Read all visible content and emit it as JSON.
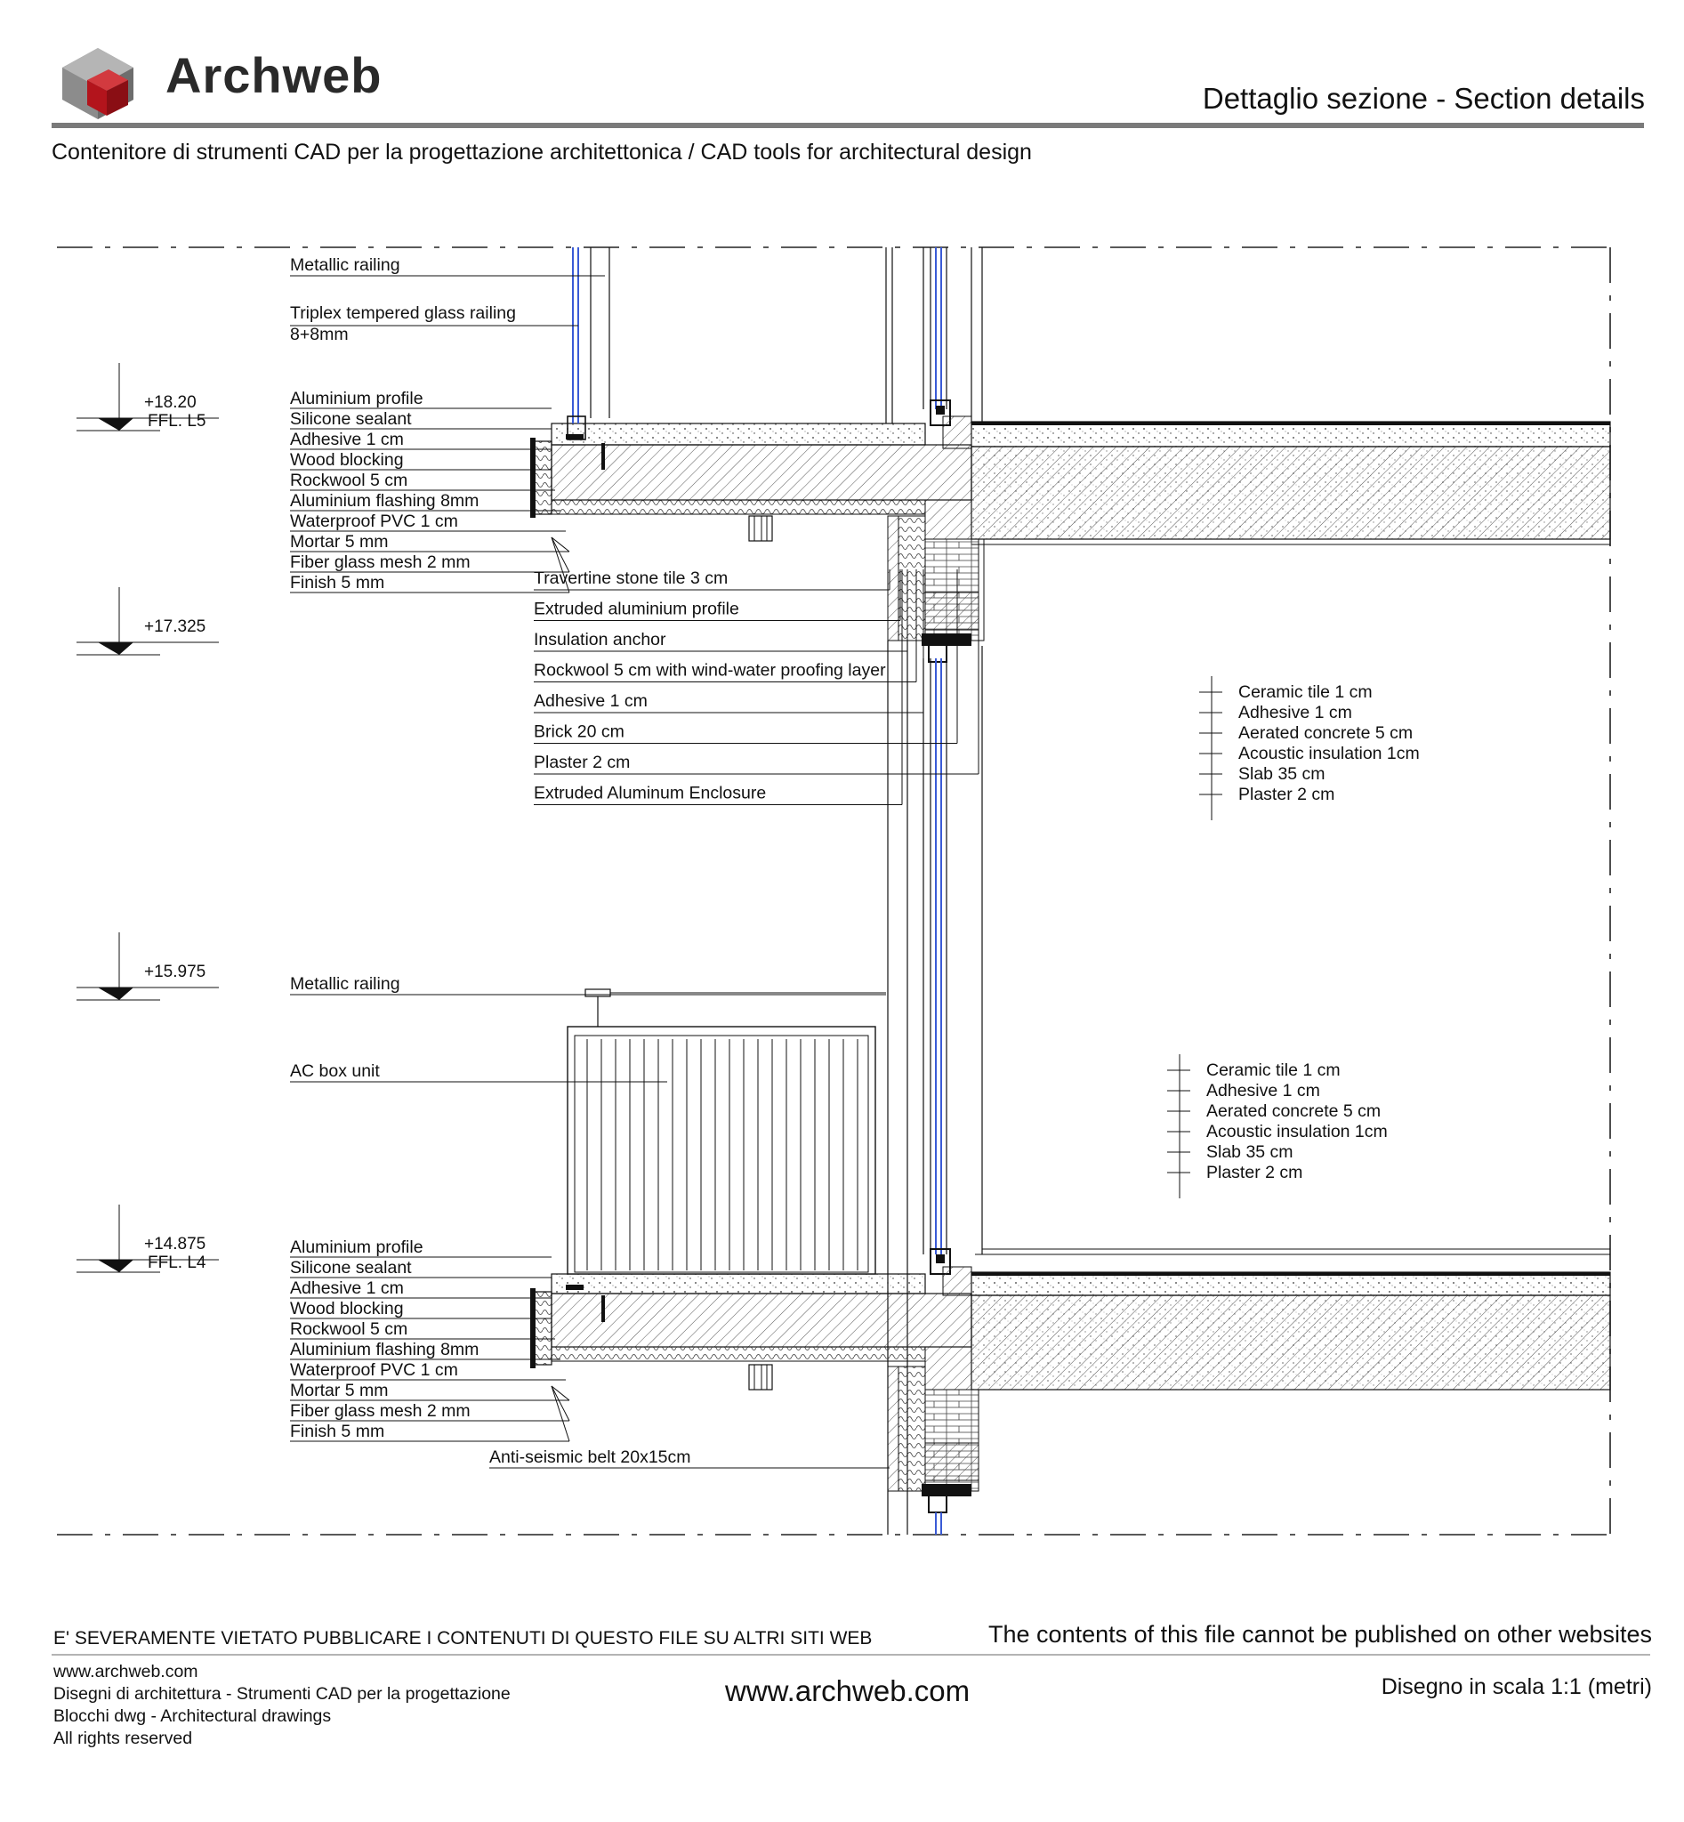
{
  "header": {
    "brand": "Archweb",
    "sheet_title": "Dettaglio sezione - Section details",
    "subtitle": "Contenitore di strumenti CAD per la progettazione architettonica  /  CAD tools for architectural design"
  },
  "levels": [
    {
      "value": "+18.20",
      "label": "FFL. L5"
    },
    {
      "value": "+17.325",
      "label": ""
    },
    {
      "value": "+15.975",
      "label": ""
    },
    {
      "value": "+14.875",
      "label": "FFL. L4"
    }
  ],
  "callouts": {
    "top_railing": [
      "Metallic railing",
      "Triplex tempered glass railing",
      "8+8mm"
    ],
    "upper_edge": [
      "Aluminium profile",
      "Silicone sealant",
      "Adhesive 1 cm",
      "Wood blocking",
      "Rockwool 5 cm",
      "Aluminium flashing 8mm",
      "Waterproof PVC 1 cm",
      "Mortar 5 mm",
      "Fiber glass mesh 2 mm",
      "Finish 5 mm"
    ],
    "wall": [
      "Travertine stone tile 3 cm",
      "Extruded aluminium profile",
      "Insulation anchor",
      "Rockwool 5 cm with wind-water proofing layer",
      "Adhesive 1 cm",
      "Brick 20 cm",
      "Plaster 2 cm",
      "Extruded Aluminum Enclosure"
    ],
    "floor_upper": [
      "Ceramic tile 1 cm",
      "Adhesive 1 cm",
      "Aerated concrete 5 cm",
      "Acoustic insulation 1cm",
      "Slab 35 cm",
      "Plaster 2 cm"
    ],
    "mid": [
      "Metallic railing",
      "AC box unit"
    ],
    "floor_lower": [
      "Ceramic tile 1 cm",
      "Adhesive 1 cm",
      "Aerated concrete 5 cm",
      "Acoustic insulation 1cm",
      "Slab 35 cm",
      "Plaster 2 cm"
    ],
    "lower_edge": [
      "Aluminium profile",
      "Silicone sealant",
      "Adhesive 1 cm",
      "Wood blocking",
      "Rockwool 5 cm",
      "Aluminium flashing 8mm",
      "Waterproof PVC 1 cm",
      "Mortar 5 mm",
      "Fiber glass mesh 2 mm",
      "Finish 5 mm"
    ],
    "belt": [
      "Anti-seismic belt 20x15cm"
    ]
  },
  "footer": {
    "warning_it": "E' SEVERAMENTE VIETATO PUBBLICARE I CONTENUTI DI QUESTO FILE SU ALTRI SITI WEB",
    "warning_en": "The contents of this file cannot be published on other websites",
    "site": "www.archweb.com",
    "line2": "Disegni di architettura - Strumenti CAD  per la progettazione",
    "line3": "Blocchi dwg - Architectural drawings",
    "line4": "All rights reserved",
    "url": "www.archweb.com",
    "scale": "Disegno in scala 1:1 (metri)"
  },
  "colors": {
    "line": "#111111",
    "glass": "#3a5bd6",
    "header_rule": "#7a7a7a",
    "logo_red": "#b3141c",
    "logo_grey": "#8c8c8c"
  },
  "icons": {
    "logo": "archweb-cube-logo",
    "level_marker": "level-triangle-icon"
  }
}
